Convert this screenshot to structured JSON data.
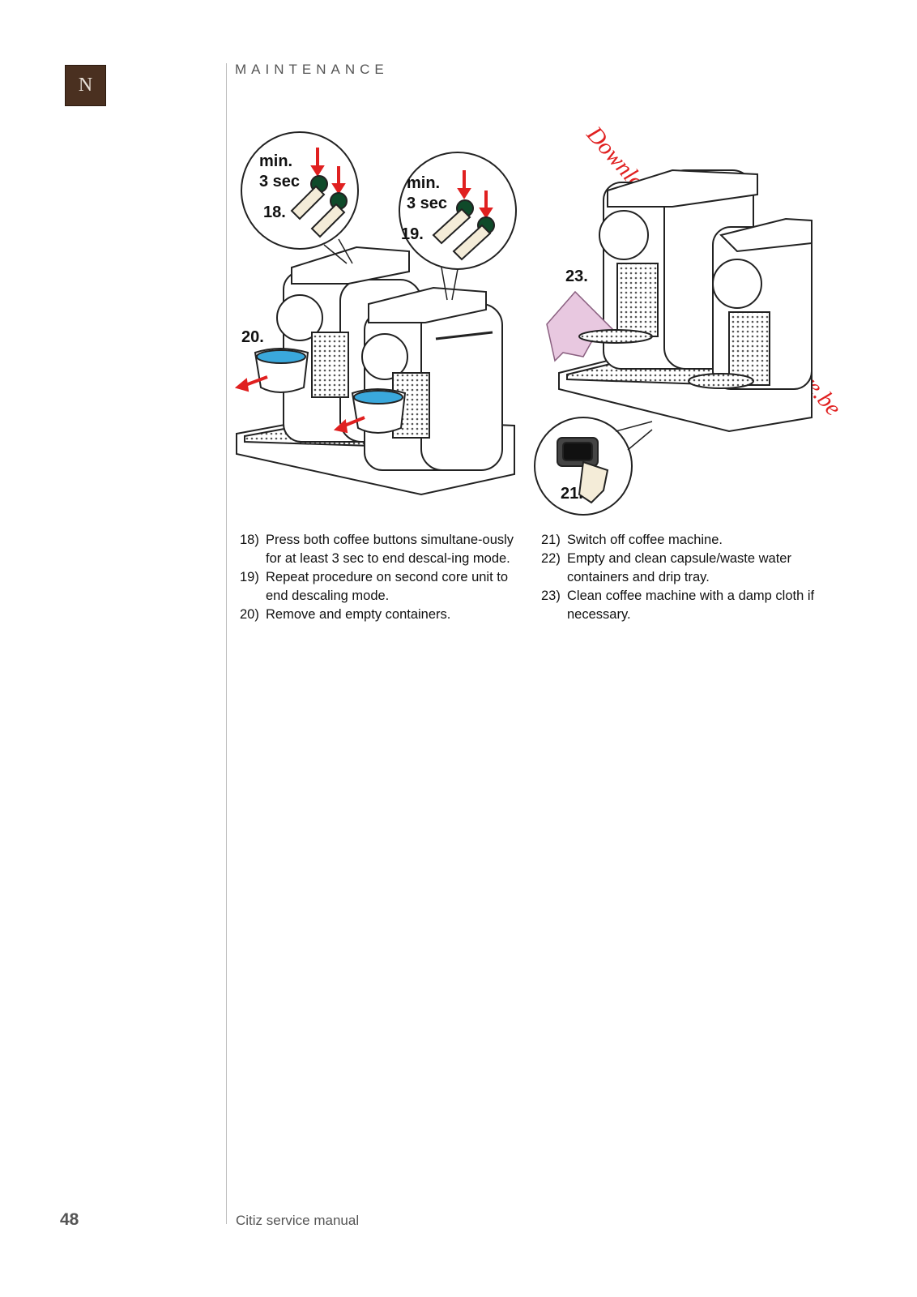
{
  "header": {
    "section_title": "MAINTENANCE",
    "logo_letter": "N"
  },
  "watermark": "Downloaded from www.vandenborre.be",
  "figure": {
    "callouts": {
      "c18": {
        "min": "min.",
        "sec": "3 sec",
        "num": "18."
      },
      "c19": {
        "min": "min.",
        "sec": "3 sec",
        "num": "19."
      },
      "c20": "20.",
      "c21": "21.",
      "c23": "23."
    }
  },
  "steps_left": [
    {
      "num": "18)",
      "text": "Press both coffee buttons simultane-ously for at least 3 sec to end descal-ing mode."
    },
    {
      "num": "19)",
      "text": "Repeat procedure on second core unit to end descaling mode."
    },
    {
      "num": "20)",
      "text": "Remove and empty containers."
    }
  ],
  "steps_right": [
    {
      "num": "21)",
      "text": "Switch off coffee machine."
    },
    {
      "num": "22)",
      "text": "Empty and clean capsule/waste water containers and drip tray."
    },
    {
      "num": "23)",
      "text": "Clean coffee machine with a damp cloth if necessary."
    }
  ],
  "footer": {
    "page_number": "48",
    "manual_title": "Citiz service manual"
  },
  "colors": {
    "accent_red": "#e02020",
    "logo_brown": "#4a3020",
    "water_blue": "#3aa8dc"
  }
}
